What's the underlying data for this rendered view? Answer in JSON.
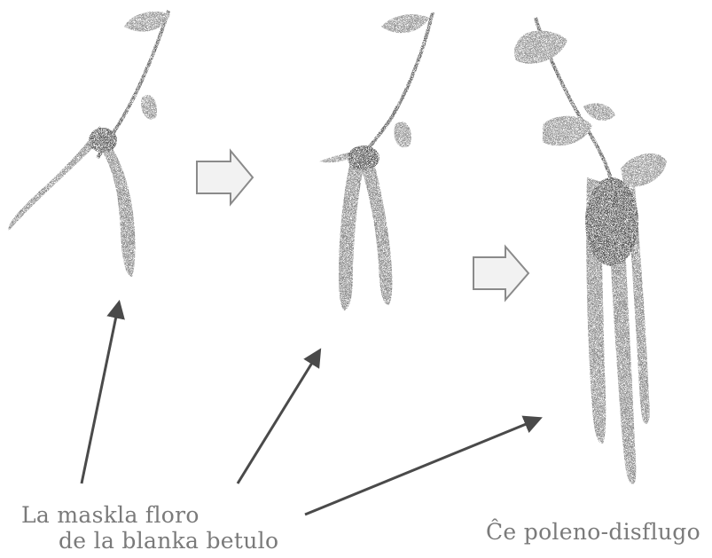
{
  "captions": {
    "male_flower_line1": "La maskla floro",
    "male_flower_line2": "de la blanka betulo",
    "pollen_release": "Ĉe poleno-disflugo"
  },
  "colors": {
    "catkin": "#8f8f8f",
    "catkin_dark": "#5e5e5e",
    "leaf": "#9a9a9a",
    "stem": "#6a6a6a",
    "arrow": "#4a4a4a",
    "block_arrow_fill": "#f2f2f2",
    "block_arrow_stroke": "#8a8a8a",
    "text": "#7a7a7a"
  },
  "icons": {
    "progression_arrow": "block-arrow-right-icon",
    "pointer_arrow": "arrow-pointer-icon"
  }
}
